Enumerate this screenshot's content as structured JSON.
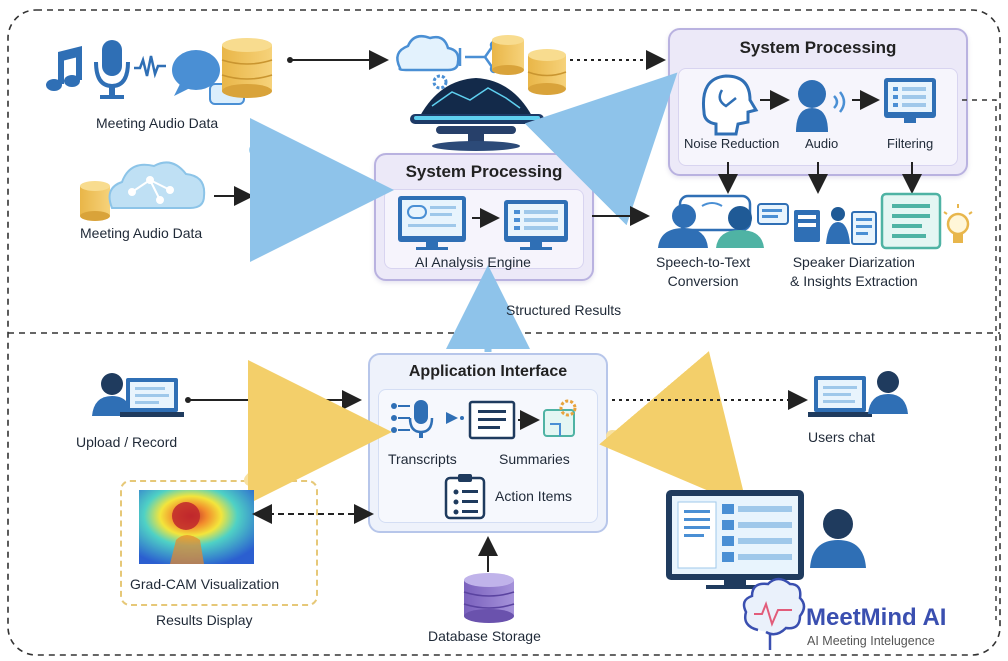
{
  "labels": {
    "meeting_audio_top": "Meeting Audio Data",
    "meeting_audio_mid": "Meeting Audio Data",
    "system_processing_center": "System Processing",
    "ai_engine": "AI Analysis Engine",
    "system_processing_right": "System Processing",
    "noise_reduction": "Noise Reduction",
    "audio": "Audio",
    "filtering": "Filtering",
    "speech_to_text": "Speech-to-Text\nConversion",
    "speaker_diarization": "Speaker Diarization\n& Insights Extraction",
    "structured_results": "Structured Results",
    "application_interface": "Application Interface",
    "transcripts": "Transcripts",
    "summaries": "Summaries",
    "action_items": "Action Items",
    "upload_record": "Upload / Record",
    "users_chat": "Users chat",
    "grad_cam": "Grad-CAM Visualization",
    "results_display": "Results Display",
    "database_storage": "Database Storage"
  },
  "brand": {
    "name": "MeetMind AI",
    "tagline": "AI Meeting Intelugence"
  },
  "icons": [
    "music-note-icon",
    "microphone-icon",
    "sound-wave-icon",
    "chat-bubble-icon",
    "database-icon",
    "cloud-icon",
    "network-icon",
    "monitor-icon",
    "head-profile-icon",
    "speaker-person-icon",
    "people-icon",
    "lightbulb-icon",
    "person-laptop-icon",
    "document-icon",
    "checklist-icon",
    "heatmap-image",
    "brain-logo-icon"
  ],
  "colors": {
    "box_fill": "#ece9f8",
    "box_border": "#b9b2e0",
    "arrow_blue": "#8ec3ea",
    "arrow_yellow": "#f6dc8e",
    "icon_blue": "#2f6fb5",
    "db_gold": "#e8b64c",
    "db_purple": "#8a72c8",
    "brand_blue": "#3a4fb0"
  }
}
